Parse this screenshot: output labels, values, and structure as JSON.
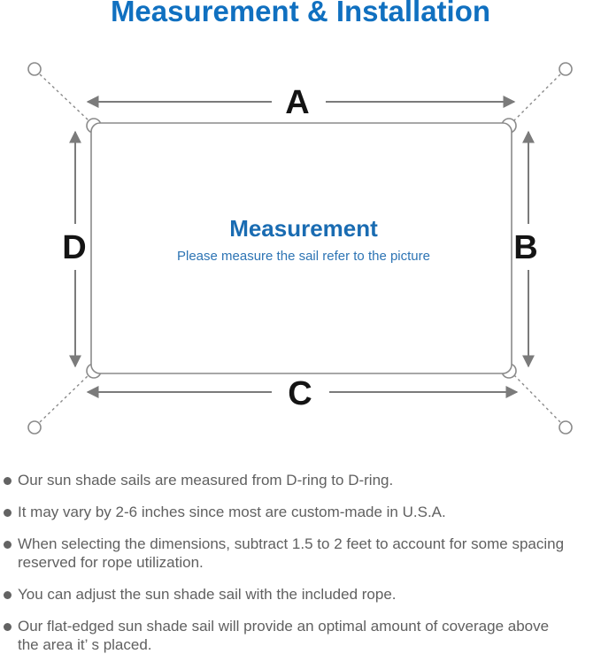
{
  "page": {
    "title": "Measurement & Installation"
  },
  "diagram": {
    "side_labels": {
      "top": "A",
      "right": "B",
      "bottom": "C",
      "left": "D"
    },
    "center": {
      "heading": "Measurement",
      "subheading": "Please measure the sail refer to the picture"
    }
  },
  "colors": {
    "title_blue": "#1070c0",
    "center_heading_blue": "#1a6cb2",
    "subheading_blue": "#2d74b4",
    "outline_gray": "#8a8a8a",
    "arrow_gray": "#7b7b7b",
    "dimension_label_black": "#141414",
    "note_text_gray": "#606060"
  },
  "notes": [
    "Our sun shade sails are measured from D-ring to D-ring.",
    "It may vary by 2-6 inches since most are custom-made in U.S.A.",
    "When selecting the dimensions, subtract 1.5 to 2 feet to account for some spacing\nreserved for rope utilization.",
    "You can adjust the sun shade sail with the included rope.",
    "Our flat-edged sun shade sail will provide an optimal amount of coverage above\nthe area it’ s placed."
  ]
}
